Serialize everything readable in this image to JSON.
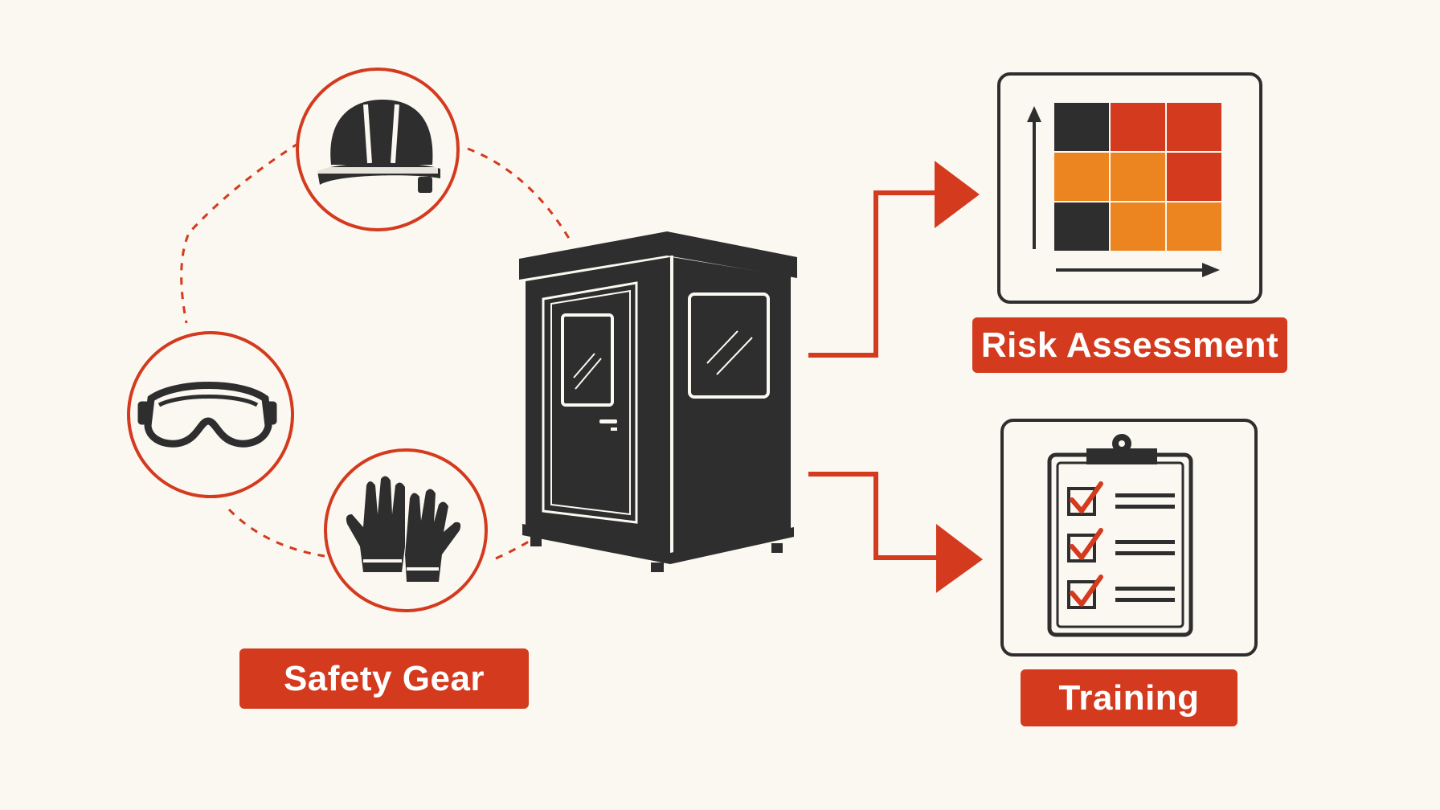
{
  "colors": {
    "accent": "#d33a1e",
    "dark": "#2e2e2e",
    "orange": "#ec8420",
    "background": "#fbf8f1"
  },
  "icons": [
    "hard-hat-icon",
    "goggles-icon",
    "gloves-icon",
    "booth-icon",
    "risk-matrix-icon",
    "checklist-icon"
  ],
  "labels": {
    "safety_gear": "Safety Gear",
    "risk_assessment": "Risk Assessment",
    "training": "Training"
  },
  "risk_matrix": {
    "cells": [
      [
        "dark",
        "accent",
        "accent"
      ],
      [
        "orange",
        "orange",
        "accent"
      ],
      [
        "dark",
        "orange",
        "orange"
      ]
    ]
  },
  "checklist": {
    "items": 3
  }
}
